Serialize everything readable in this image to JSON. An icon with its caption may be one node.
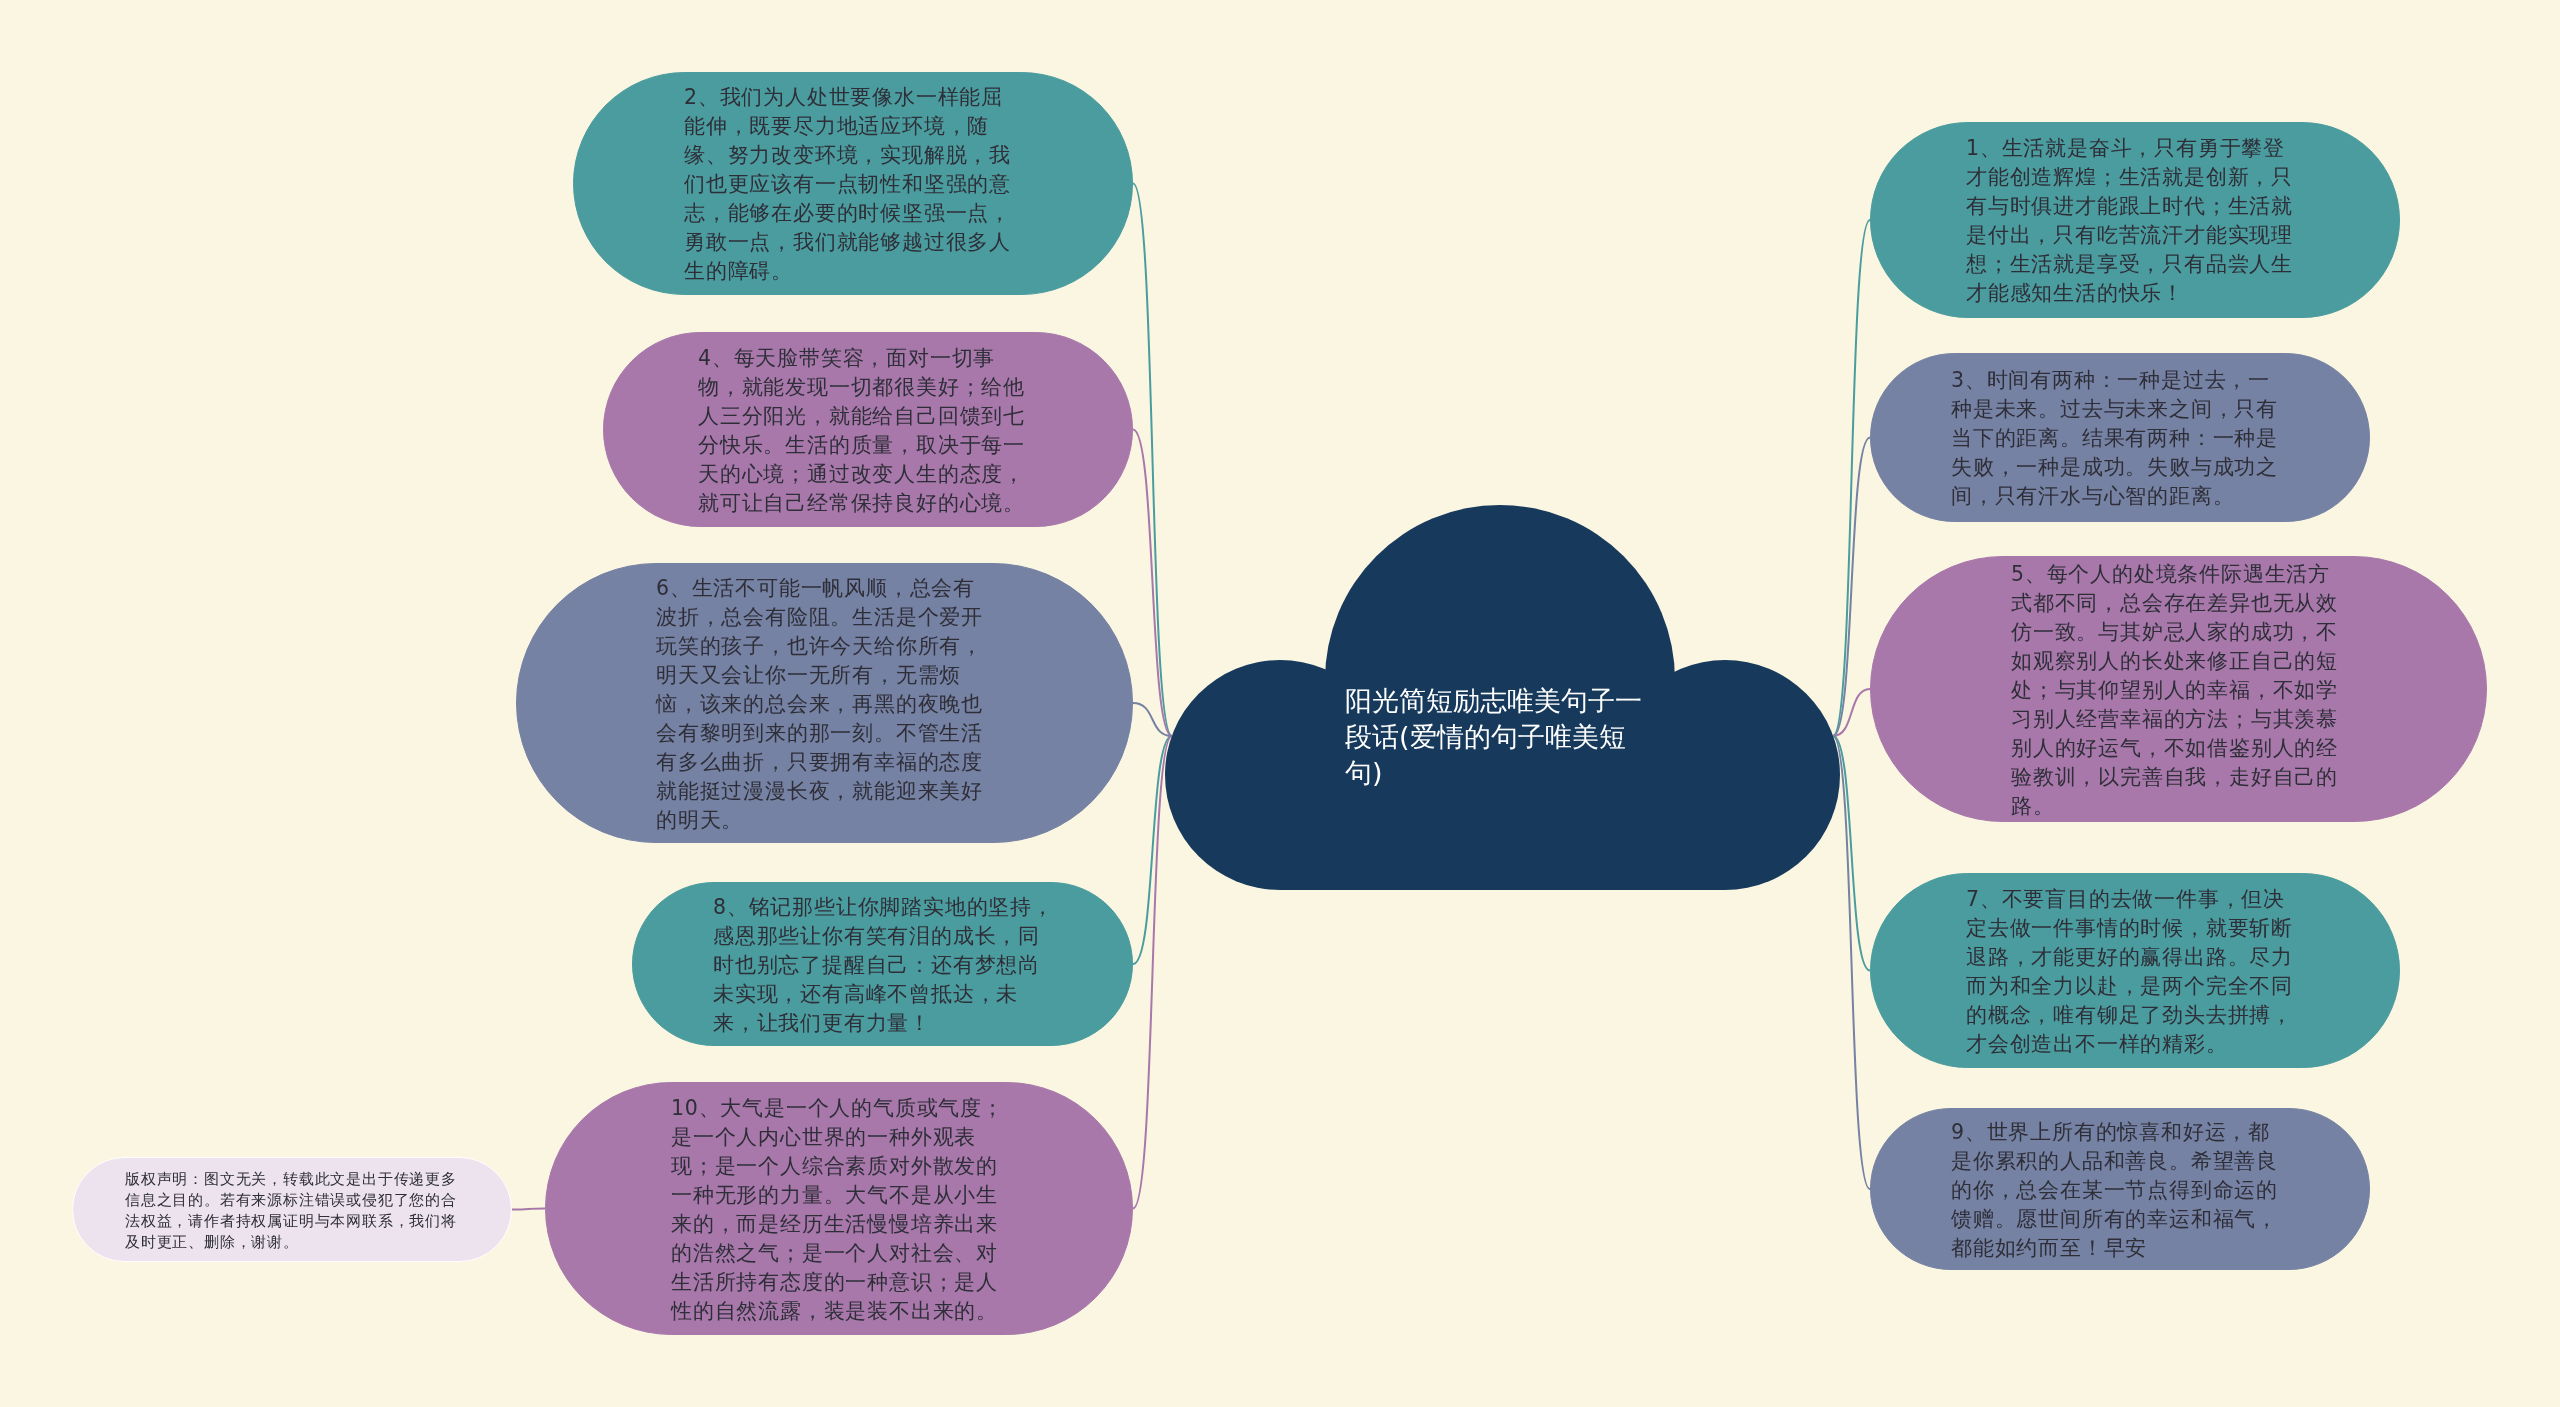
{
  "diagram": {
    "nodes": [
      {
        "text": [
          "阳光简短励志唯美句子一段话(爱情的句子唯美短句)"
        ]
      },
      {
        "text": [
          "2、我们为人处世要像水一样能屈能伸，既要尽力地适应环境，随缘、努力改变环境，实现解脱，我们也更应该有一点韧性和坚强的意志，能够在必要的时候坚强一点，勇敢一点，我们就能够越过很多人生的障碍。"
        ]
      },
      {
        "text": [
          "4、每天脸带笑容，面对一切事物，就能发现一切都很美好；给他人三分阳光，就能给自己回馈到七分快乐。生活的质量，取决于每一天的心境；通过改变人生的态度，就可让自己经常保持良好的心境。"
        ]
      },
      {
        "text": [
          "6、生活不可能一帆风顺，总会有波折，总会有险阻。生活是个爱开玩笑的孩子，也许今天给你所有，明天又会让你一无所有，无需烦恼，该来的总会来，再黑的夜晚也会有黎明到来的那一刻。不管生活有多么曲折，只要拥有幸福的态度就能挺过漫漫长夜，就能迎来美好的明天。"
        ]
      },
      {
        "text": [
          "8、铭记那些让你脚踏实地的坚持，感恩那些让你有笑有泪的成长，同时也别忘了提醒自己：还有梦想尚未实现，还有高峰不曾抵达，未来，让我们更有力量！"
        ]
      },
      {
        "text": [
          "10、大气是一个人的气质或气度；是一个人内心世界的一种外观表现；是一个人综合素质对外散发的一种无形的力量。大气不是从小生来的，而是经历生活慢慢培养出来的浩然之气；是一个人对社会、对生活所持有态度的一种意识；是人性的自然流露，装是装不出来的。"
        ]
      },
      {
        "text": [
          "版权声明：图文无关，转载此文是出于传递更多信息之目的。若有来源标注错误或侵犯了您的合法权益，请作者持权属证明与本网联系，我们将及时更正、删除，谢谢。"
        ]
      },
      {
        "text": [
          "1、生活就是奋斗，只有勇于攀登才能创造辉煌；生活就是创新，只有与时俱进才能跟上时代；生活就是付出，只有吃苦流汗才能实现理想；生活就是享受，只有品尝人生才能感知生活的快乐！"
        ]
      },
      {
        "text": [
          "3、时间有两种：一种是过去，一种是未来。过去与未来之间，只有当下的距离。结果有两种：一种是失败，一种是成功。失败与成功之间，只有汗水与心智的距离。"
        ]
      },
      {
        "text": [
          "5、每个人的处境条件际遇生活方式都不同，总会存在差异也无从效仿一致。与其妒忌人家的成功，不如观察别人的长处来修正自己的短处；与其仰望别人的幸福，不如学习别人经营幸福的方法；与其羡慕别人的好运气，不如借鉴别人的经验教训，以完善自我，走好自己的路。"
        ]
      },
      {
        "text": [
          "7、不要盲目的去做一件事，但决定去做一件事情的时候，就要斩断退路，才能更好的赢得出路。尽力而为和全力以赴，是两个完全不同的概念，唯有铆足了劲头去拼搏，才会创造出不一样的精彩。"
        ]
      },
      {
        "text": [
          "9、世界上所有的惊喜和好运，都是你累积的人品和善良。希望善良的你，总会在某一节点得到命运的馈赠。愿世间所有的幸运和福气，都能如约而至！早安"
        ]
      }
    ],
    "edges": [
      {
        "from": 0,
        "to": 1,
        "arrow": "none",
        "color": "#4b9c9e"
      },
      {
        "from": 0,
        "to": 2,
        "arrow": "none",
        "color": "#a878ab"
      },
      {
        "from": 0,
        "to": 3,
        "arrow": "none",
        "color": "#7682a3"
      },
      {
        "from": 0,
        "to": 4,
        "arrow": "none",
        "color": "#4b9c9e"
      },
      {
        "from": 0,
        "to": 5,
        "arrow": "none",
        "color": "#a878ab"
      },
      {
        "from": 0,
        "to": 7,
        "arrow": "none",
        "color": "#4b9c9e"
      },
      {
        "from": 0,
        "to": 8,
        "arrow": "none",
        "color": "#7682a3"
      },
      {
        "from": 0,
        "to": 9,
        "arrow": "none",
        "color": "#a878ab"
      },
      {
        "from": 0,
        "to": 10,
        "arrow": "none",
        "color": "#4b9c9e"
      },
      {
        "from": 0,
        "to": 11,
        "arrow": "none",
        "color": "#7682a3"
      },
      {
        "from": 5,
        "to": 6,
        "arrow": "none",
        "color": "#a878ab"
      }
    ]
  }
}
